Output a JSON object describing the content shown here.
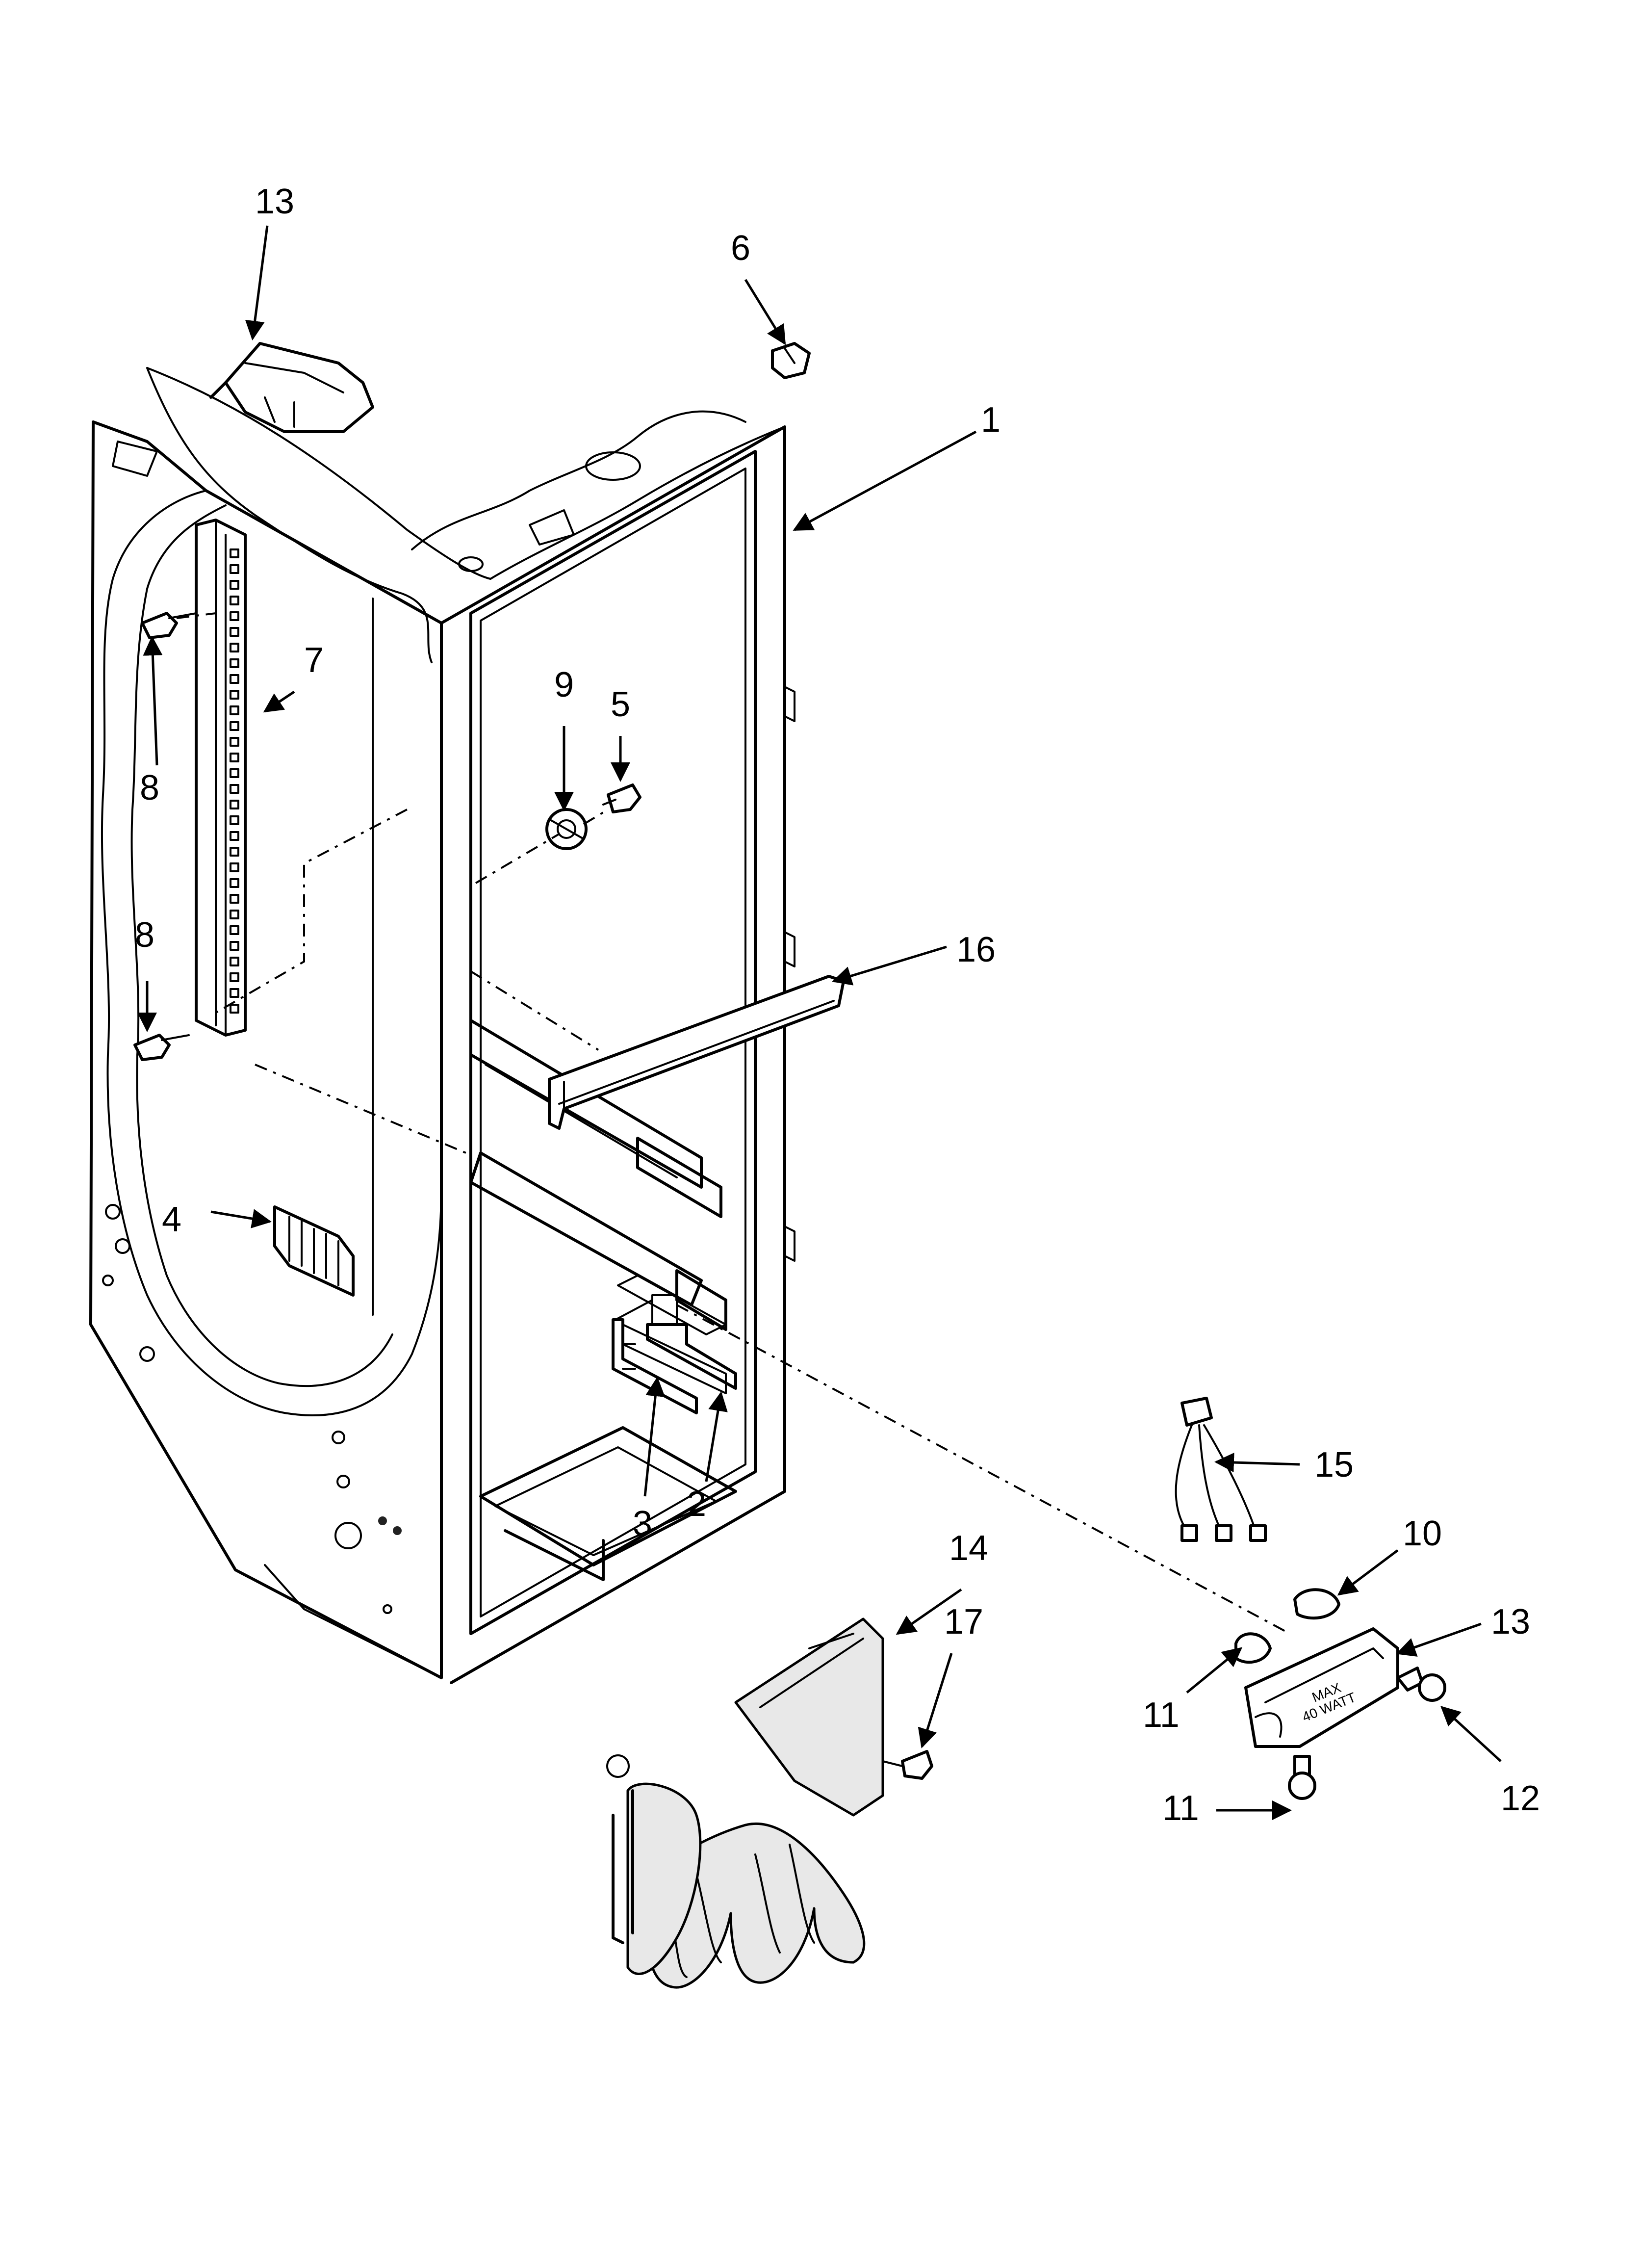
{
  "diagram": {
    "callouts": [
      {
        "id": "1",
        "label": "1"
      },
      {
        "id": "2",
        "label": "2"
      },
      {
        "id": "3",
        "label": "3"
      },
      {
        "id": "4",
        "label": "4"
      },
      {
        "id": "5",
        "label": "5"
      },
      {
        "id": "6",
        "label": "6"
      },
      {
        "id": "7",
        "label": "7"
      },
      {
        "id": "8a",
        "label": "8"
      },
      {
        "id": "8b",
        "label": "8"
      },
      {
        "id": "9",
        "label": "9"
      },
      {
        "id": "10",
        "label": "10"
      },
      {
        "id": "11a",
        "label": "11"
      },
      {
        "id": "11b",
        "label": "11"
      },
      {
        "id": "12",
        "label": "12"
      },
      {
        "id": "13a",
        "label": "13"
      },
      {
        "id": "13b",
        "label": "13"
      },
      {
        "id": "14",
        "label": "14"
      },
      {
        "id": "15",
        "label": "15"
      },
      {
        "id": "16",
        "label": "16"
      },
      {
        "id": "17",
        "label": "17"
      }
    ],
    "housing_text_line1": "MAX",
    "housing_text_line2": "40 WATT"
  }
}
